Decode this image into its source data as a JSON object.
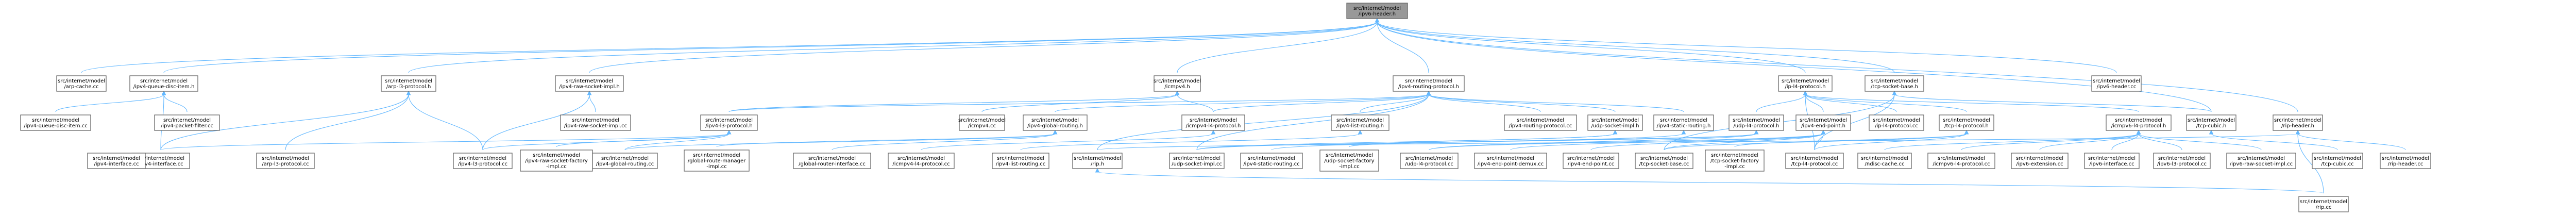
{
  "graph": {
    "nodes": [
      {
        "id": "n0",
        "lines": [
          "src/internet/model",
          "/ipv6-header.h"
        ],
        "root": true
      },
      {
        "id": "n1",
        "lines": [
          "src/internet/model",
          "/arp-cache.cc"
        ]
      },
      {
        "id": "n2",
        "lines": [
          "src/internet/model",
          "/ipv4-queue-disc-item.h"
        ]
      },
      {
        "id": "n3",
        "lines": [
          "src/internet/model",
          "/arp-l3-protocol.h"
        ]
      },
      {
        "id": "n4",
        "lines": [
          "src/internet/model",
          "/ipv4-raw-socket-impl.h"
        ]
      },
      {
        "id": "n5",
        "lines": [
          "src/internet/model",
          "/icmpv4.h"
        ]
      },
      {
        "id": "n6",
        "lines": [
          "src/internet/model",
          "/ipv4-routing-protocol.h"
        ]
      },
      {
        "id": "n7",
        "lines": [
          "src/internet/model",
          "/ip-l4-protocol.h"
        ]
      },
      {
        "id": "n8",
        "lines": [
          "src/internet/model",
          "/tcp-socket-base.h"
        ]
      },
      {
        "id": "n9",
        "lines": [
          "src/internet/model",
          "/ipv6-header.cc"
        ]
      },
      {
        "id": "n10",
        "lines": [
          "src/internet/model",
          "/ipv4-queue-disc-item.cc"
        ]
      },
      {
        "id": "n11",
        "lines": [
          "src/internet/model",
          "/ipv4-packet-filter.cc"
        ]
      },
      {
        "id": "n12",
        "lines": [
          "src/internet/model",
          "/ipv4-raw-socket-impl.cc"
        ]
      },
      {
        "id": "n13",
        "lines": [
          "src/internet/model",
          "/ipv4-l3-protocol.h"
        ]
      },
      {
        "id": "n14",
        "lines": [
          "src/internet/model",
          "/icmpv4.cc"
        ]
      },
      {
        "id": "n15",
        "lines": [
          "src/internet/model",
          "/ipv4-global-routing.h"
        ]
      },
      {
        "id": "n16",
        "lines": [
          "src/internet/model",
          "/icmpv4-l4-protocol.h"
        ]
      },
      {
        "id": "n17",
        "lines": [
          "src/internet/model",
          "/ipv4-list-routing.h"
        ]
      },
      {
        "id": "n18",
        "lines": [
          "src/internet/model",
          "/ipv4-routing-protocol.cc"
        ]
      },
      {
        "id": "n19",
        "lines": [
          "src/internet/model",
          "/udp-socket-impl.h"
        ]
      },
      {
        "id": "n20",
        "lines": [
          "src/internet/model",
          "/ipv4-static-routing.h"
        ]
      },
      {
        "id": "n21",
        "lines": [
          "src/internet/model",
          "/udp-l4-protocol.h"
        ]
      },
      {
        "id": "n22",
        "lines": [
          "src/internet/model",
          "/ipv4-end-point.h"
        ]
      },
      {
        "id": "n23",
        "lines": [
          "src/internet/model",
          "/ip-l4-protocol.cc"
        ]
      },
      {
        "id": "n24",
        "lines": [
          "src/internet/model",
          "/tcp-l4-protocol.h"
        ]
      },
      {
        "id": "n25",
        "lines": [
          "src/internet/model",
          "/icmpv6-l4-protocol.h"
        ]
      },
      {
        "id": "n26",
        "lines": [
          "src/internet/model",
          "/tcp-cubic.h"
        ]
      },
      {
        "id": "n27",
        "lines": [
          "src/internet/model",
          "/rip-header.h"
        ]
      },
      {
        "id": "n28",
        "lines": [
          "src/internet/model",
          "/arp-l3-protocol.cc"
        ]
      },
      {
        "id": "n29",
        "lines": [
          "src/internet/model",
          "/ipv4-interface.cc"
        ]
      },
      {
        "id": "n30",
        "lines": [
          "src/internet/model",
          "/ipv4-l3-protocol.cc"
        ]
      },
      {
        "id": "n31",
        "lines": [
          "src/internet/model",
          "/ipv4-raw-socket-factory",
          "-impl.cc"
        ]
      },
      {
        "id": "n32",
        "lines": [
          "src/internet/model",
          "/ipv4-global-routing.cc"
        ]
      },
      {
        "id": "n33",
        "lines": [
          "src/internet/model",
          "/global-route-manager",
          "-impl.cc"
        ]
      },
      {
        "id": "n34",
        "lines": [
          "src/internet/model",
          "/global-router-interface.cc"
        ]
      },
      {
        "id": "n35",
        "lines": [
          "src/internet/model",
          "/icmpv4-l4-protocol.cc"
        ]
      },
      {
        "id": "n36",
        "lines": [
          "src/internet/model",
          "/ipv4-list-routing.cc"
        ]
      },
      {
        "id": "n37",
        "lines": [
          "src/internet/model",
          "/rip.h"
        ]
      },
      {
        "id": "n38",
        "lines": [
          "src/internet/model",
          "/udp-socket-impl.cc"
        ]
      },
      {
        "id": "n39",
        "lines": [
          "src/internet/model",
          "/ipv4-static-routing.cc"
        ]
      },
      {
        "id": "n40",
        "lines": [
          "src/internet/model",
          "/udp-socket-factory",
          "-impl.cc"
        ]
      },
      {
        "id": "n41",
        "lines": [
          "src/internet/model",
          "/udp-l4-protocol.cc"
        ]
      },
      {
        "id": "n42",
        "lines": [
          "src/internet/model",
          "/ipv4-end-point-demux.cc"
        ]
      },
      {
        "id": "n43",
        "lines": [
          "src/internet/model",
          "/ipv4-end-point.cc"
        ]
      },
      {
        "id": "n44",
        "lines": [
          "src/internet/model",
          "/tcp-socket-base.cc"
        ]
      },
      {
        "id": "n45",
        "lines": [
          "src/internet/model",
          "/tcp-socket-factory",
          "-impl.cc"
        ]
      },
      {
        "id": "n46",
        "lines": [
          "src/internet/model",
          "/tcp-l4-protocol.cc"
        ]
      },
      {
        "id": "n47",
        "lines": [
          "src/internet/model",
          "/ndisc-cache.cc"
        ]
      },
      {
        "id": "n48",
        "lines": [
          "src/internet/model",
          "/icmpv6-l4-protocol.cc"
        ]
      },
      {
        "id": "n49",
        "lines": [
          "src/internet/model",
          "/ipv6-extension.cc"
        ]
      },
      {
        "id": "n50",
        "lines": [
          "src/internet/model",
          "/ipv6-interface.cc"
        ]
      },
      {
        "id": "n51",
        "lines": [
          "src/internet/model",
          "/ipv6-l3-protocol.cc"
        ]
      },
      {
        "id": "n52",
        "lines": [
          "src/internet/model",
          "/ipv6-raw-socket-impl.cc"
        ]
      },
      {
        "id": "n53",
        "lines": [
          "src/internet/model",
          "/tcp-cubic.cc"
        ]
      },
      {
        "id": "n54",
        "lines": [
          "src/internet/model",
          "/rip-header.cc"
        ]
      },
      {
        "id": "n55",
        "lines": [
          "src/internet/model",
          "/rip.cc"
        ]
      },
      {
        "id": "n56",
        "lines": [
          "src/internet/model",
          "/ipv4-interface.cc"
        ]
      }
    ],
    "edges": [
      [
        "n0",
        "n1"
      ],
      [
        "n0",
        "n2"
      ],
      [
        "n0",
        "n3"
      ],
      [
        "n0",
        "n4"
      ],
      [
        "n0",
        "n5"
      ],
      [
        "n0",
        "n6"
      ],
      [
        "n0",
        "n7"
      ],
      [
        "n0",
        "n8"
      ],
      [
        "n0",
        "n9"
      ],
      [
        "n0",
        "n26"
      ],
      [
        "n0",
        "n27"
      ],
      [
        "n2",
        "n10"
      ],
      [
        "n2",
        "n11"
      ],
      [
        "n2",
        "n29"
      ],
      [
        "n3",
        "n28"
      ],
      [
        "n3",
        "n29"
      ],
      [
        "n3",
        "n30"
      ],
      [
        "n4",
        "n12"
      ],
      [
        "n4",
        "n30"
      ],
      [
        "n5",
        "n14"
      ],
      [
        "n5",
        "n16"
      ],
      [
        "n5",
        "n13"
      ],
      [
        "n6",
        "n13"
      ],
      [
        "n6",
        "n15"
      ],
      [
        "n6",
        "n17"
      ],
      [
        "n6",
        "n18"
      ],
      [
        "n6",
        "n19"
      ],
      [
        "n6",
        "n20"
      ],
      [
        "n6",
        "n16"
      ],
      [
        "n6",
        "n37"
      ],
      [
        "n6",
        "n38"
      ],
      [
        "n7",
        "n21"
      ],
      [
        "n7",
        "n22"
      ],
      [
        "n7",
        "n23"
      ],
      [
        "n7",
        "n24"
      ],
      [
        "n7",
        "n25"
      ],
      [
        "n7",
        "n46"
      ],
      [
        "n8",
        "n44"
      ],
      [
        "n8",
        "n26"
      ],
      [
        "n8",
        "n46"
      ],
      [
        "n13",
        "n29"
      ],
      [
        "n13",
        "n30"
      ],
      [
        "n13",
        "n31"
      ],
      [
        "n13",
        "n32"
      ],
      [
        "n15",
        "n32"
      ],
      [
        "n15",
        "n33"
      ],
      [
        "n15",
        "n34"
      ],
      [
        "n16",
        "n35"
      ],
      [
        "n17",
        "n36"
      ],
      [
        "n19",
        "n38"
      ],
      [
        "n19",
        "n40"
      ],
      [
        "n20",
        "n39"
      ],
      [
        "n21",
        "n38"
      ],
      [
        "n21",
        "n40"
      ],
      [
        "n21",
        "n41"
      ],
      [
        "n22",
        "n41"
      ],
      [
        "n22",
        "n42"
      ],
      [
        "n22",
        "n43"
      ],
      [
        "n22",
        "n44"
      ],
      [
        "n22",
        "n46"
      ],
      [
        "n24",
        "n44"
      ],
      [
        "n24",
        "n45"
      ],
      [
        "n24",
        "n46"
      ],
      [
        "n25",
        "n47"
      ],
      [
        "n25",
        "n48"
      ],
      [
        "n25",
        "n49"
      ],
      [
        "n25",
        "n50"
      ],
      [
        "n25",
        "n51"
      ],
      [
        "n25",
        "n52"
      ],
      [
        "n26",
        "n53"
      ],
      [
        "n27",
        "n54"
      ],
      [
        "n27",
        "n55"
      ],
      [
        "n27",
        "n37"
      ],
      [
        "n37",
        "n55"
      ]
    ]
  }
}
